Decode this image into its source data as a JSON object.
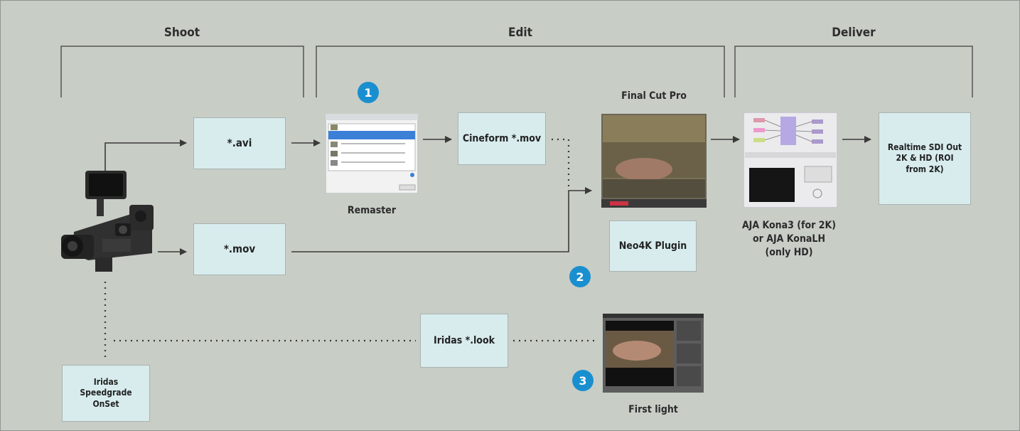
{
  "stages": {
    "shoot": "Shoot",
    "edit": "Edit",
    "deliver": "Deliver"
  },
  "boxes": {
    "avi": "*.avi",
    "mov": "*.mov",
    "cineform": "Cineform *.mov",
    "neo4k": "Neo4K Plugin",
    "realtime": "Realtime SDI Out 2K & HD (ROI from 2K)",
    "iridas_look": "Iridas *.look",
    "speedgrade": "Iridas Speedgrade OnSet"
  },
  "captions": {
    "remaster": "Remaster",
    "final_cut": "Final Cut Pro",
    "aja_line1": "AJA Kona3 (for 2K)",
    "aja_line2": "or AJA KonaLH",
    "aja_line3": "(only HD)",
    "first_light": "First light"
  },
  "badges": {
    "one": "1",
    "two": "2",
    "three": "3"
  },
  "icons": {
    "camera": "video-camera-icon",
    "remaster": "remaster-screenshot",
    "final_cut": "final-cut-pro-screenshot",
    "aja": "aja-control-panel-screenshot",
    "first_light": "first-light-screenshot"
  }
}
